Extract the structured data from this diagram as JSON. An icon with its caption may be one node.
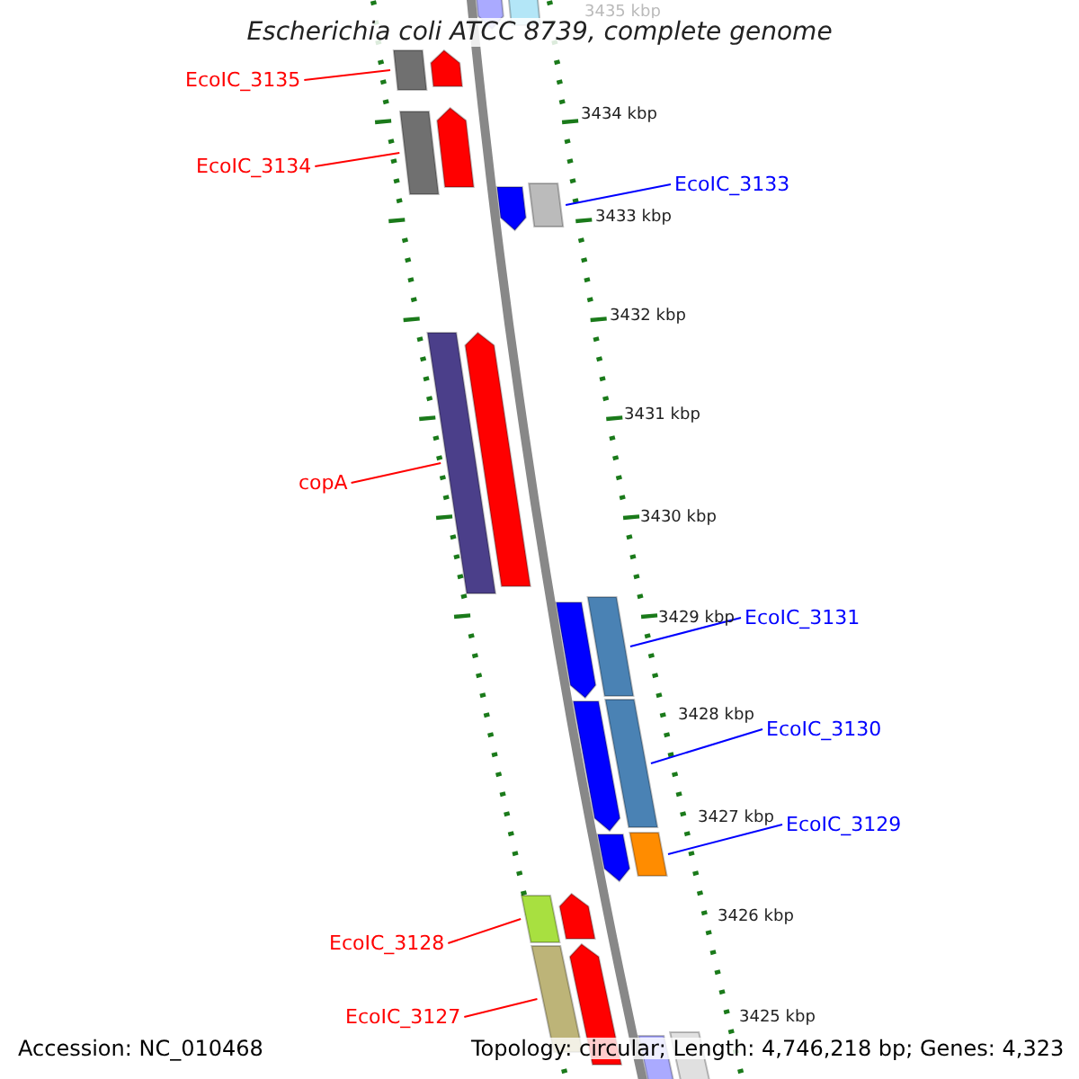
{
  "diagram": {
    "title": "Escherichia coli ATCC 8739, complete genome",
    "nodes": [
      {
        "text": [
          "EcoIC_3135"
        ]
      },
      {
        "text": [],
        "shape": "bar"
      },
      {
        "text": [
          "EcoIC_3134"
        ]
      },
      {
        "text": [],
        "shape": "bar"
      },
      {
        "text": [
          "EcoIC_3133"
        ]
      },
      {
        "text": [],
        "shape": "bar"
      },
      {
        "text": [
          "copA"
        ]
      },
      {
        "text": [],
        "shape": "bar"
      },
      {
        "text": [
          "EcoIC_3131"
        ]
      },
      {
        "text": [],
        "shape": "bar"
      },
      {
        "text": [
          "EcoIC_3130"
        ]
      },
      {
        "text": [],
        "shape": "bar"
      },
      {
        "text": [
          "EcoIC_3129"
        ]
      },
      {
        "text": [],
        "shape": "bar"
      },
      {
        "text": [
          "EcoIC_3128"
        ]
      },
      {
        "text": [],
        "shape": "bar"
      },
      {
        "text": [
          "EcoIC_3127"
        ]
      },
      {
        "text": [],
        "shape": "bar"
      },
      {
        "text": [],
        "shape": "bar"
      },
      {
        "text": [],
        "shape": "bar"
      },
      {
        "text": [],
        "shape": "bar"
      },
      {
        "text": [],
        "shape": "bar"
      },
      {
        "text": [],
        "shape": "bar"
      },
      {
        "text": [],
        "shape": "bar"
      },
      {
        "text": [],
        "shape": "bar"
      },
      {
        "text": [],
        "shape": "bar"
      },
      {
        "text": [],
        "shape": "bar"
      },
      {
        "text": [],
        "shape": "bar"
      },
      {
        "text": [],
        "shape": "bar"
      },
      {
        "text": [],
        "shape": "bar"
      },
      {
        "text": [],
        "shape": "bar"
      }
    ],
    "edges": [
      {
        "from": 0,
        "to": 1,
        "arrow": "none"
      },
      {
        "from": 2,
        "to": 3,
        "arrow": "none"
      },
      {
        "from": 4,
        "to": 5,
        "arrow": "none",
        "color": "#0000ff"
      },
      {
        "from": 6,
        "to": 7,
        "arrow": "none"
      },
      {
        "from": 8,
        "to": 9,
        "arrow": "none",
        "color": "#0000ff"
      },
      {
        "from": 10,
        "to": 11,
        "arrow": "none",
        "color": "#0000ff"
      },
      {
        "from": 12,
        "to": 13,
        "arrow": "none",
        "color": "#0000ff"
      },
      {
        "from": 14,
        "to": 15,
        "arrow": "none"
      },
      {
        "from": 16,
        "to": 17,
        "arrow": "none"
      }
    ],
    "labels": [
      "3435 kbp",
      "3434 kbp",
      "3433 kbp",
      "3432 kbp",
      "3431 kbp",
      "3430 kbp",
      "3429 kbp",
      "3428 kbp",
      "3427 kbp",
      "3426 kbp",
      "3425 kbp",
      "Accession: NC_010468",
      "Topology: circular; Length: 4,746,218 bp; Genes: 4,323"
    ]
  }
}
